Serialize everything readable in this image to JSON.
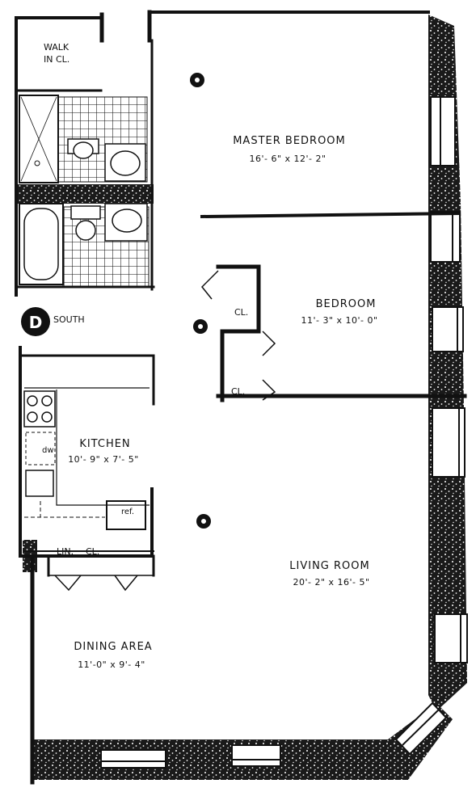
{
  "unit_label": "D",
  "unit_exposure": "SOUTH",
  "rooms": {
    "walk_in_closet": {
      "line1": "WALK",
      "line2": "IN CL."
    },
    "master_bedroom": {
      "name": "MASTER  BEDROOM",
      "dims": "16'- 6\" x 12'- 2\""
    },
    "bedroom": {
      "name": "BEDROOM",
      "dims": "11'- 3\" x 10'- 0\""
    },
    "kitchen": {
      "name": "KITCHEN",
      "dims": "10'- 9\" x 7'- 5\""
    },
    "living_room": {
      "name": "LIVING  ROOM",
      "dims": "20'- 2\" x 16'- 5\""
    },
    "dining_area": {
      "name": "DINING  AREA",
      "dims": "11'-0\" x 9'- 4\""
    }
  },
  "closets": {
    "cl_upper": "CL.",
    "cl_lower": "CL.",
    "linen": "LIN.",
    "linen_cl": "CL."
  },
  "fixtures": {
    "dishwasher": "dw",
    "refrigerator": "ref."
  }
}
